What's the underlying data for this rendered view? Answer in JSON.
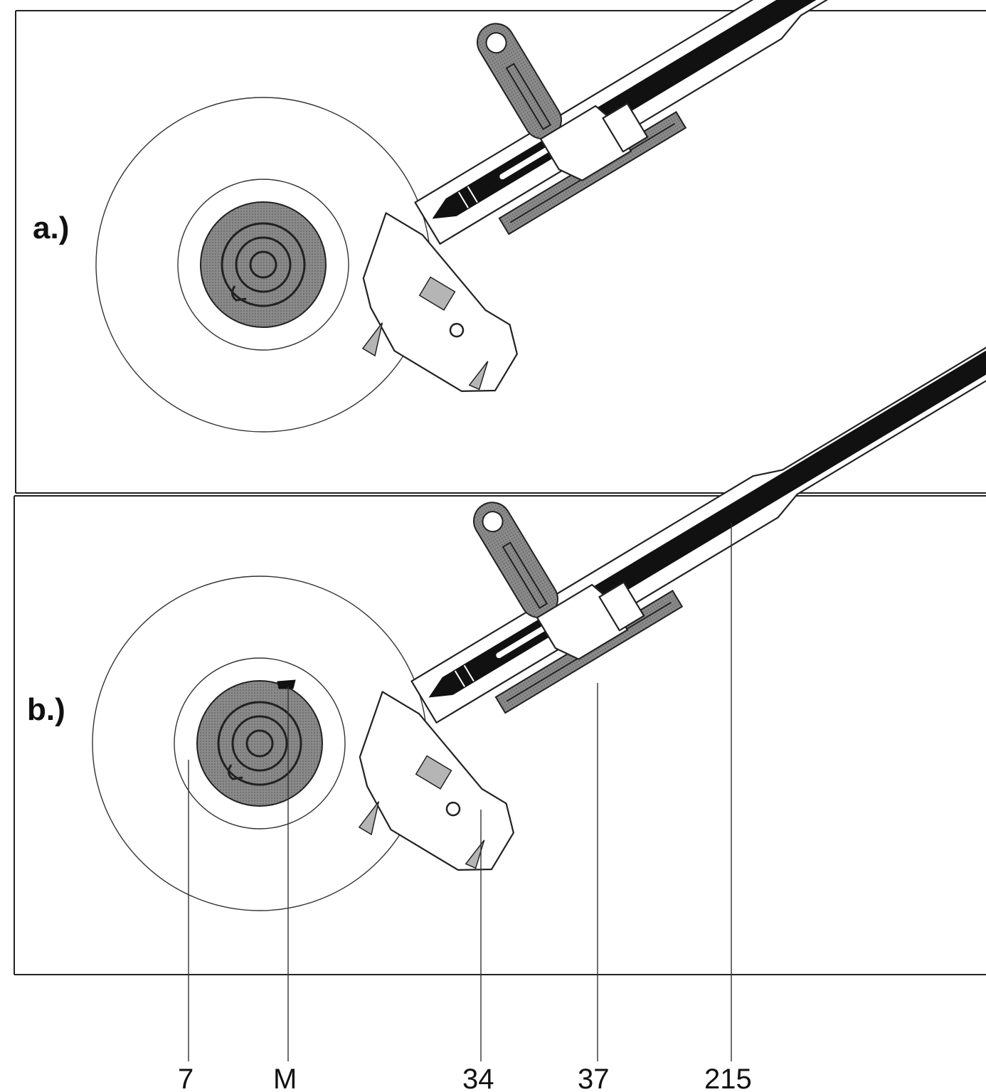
{
  "panels": [
    {
      "label": "a.)"
    },
    {
      "label": "b.)"
    }
  ],
  "callouts": [
    {
      "label": "7"
    },
    {
      "label": "M"
    },
    {
      "label": "34"
    },
    {
      "label": "37"
    },
    {
      "label": "215"
    }
  ],
  "colors": {
    "line": "#222222",
    "dark_fill": "#111111",
    "grey_fill": "#7a7a7a",
    "light_grey_fill": "#b5b5b5"
  }
}
